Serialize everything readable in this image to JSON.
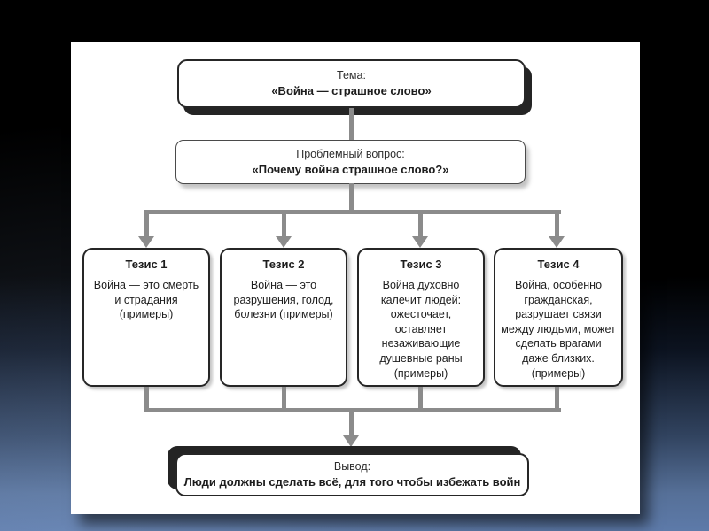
{
  "colors": {
    "bg_top": "#000000",
    "bg_bottom": "#5d7aa9",
    "connector": "#8b8b8b",
    "border": "#262626",
    "box_bg": "#ffffff"
  },
  "diagram": {
    "tema": {
      "label": "Тема:",
      "title": "«Война — страшное слово»"
    },
    "problem": {
      "label": "Проблемный вопрос:",
      "title": "«Почему война страшное слово?»"
    },
    "theses": [
      {
        "heading": "Тезис 1",
        "body": "Война — это смерть и страдания (примеры)"
      },
      {
        "heading": "Тезис 2",
        "body": "Война — это разрушения, голод, болезни (примеры)"
      },
      {
        "heading": "Тезис 3",
        "body": "Война духовно калечит людей: ожесточает, оставляет незаживающие душевные раны (примеры)"
      },
      {
        "heading": "Тезис 4",
        "body": "Война, особенно гражданская, разрушает связи между людьми, может сделать врагами даже близких. (примеры)"
      }
    ],
    "vyvod": {
      "label": "Вывод:",
      "title": "Люди должны сделать всё, для того чтобы избежать войн"
    }
  }
}
